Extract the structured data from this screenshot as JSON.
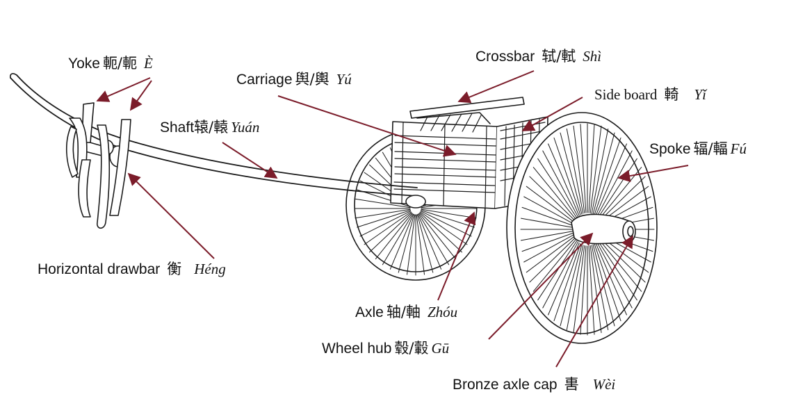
{
  "colors": {
    "arrow": "#7b1c2a",
    "line": "#1a1a1a",
    "text": "#111111"
  },
  "labels": {
    "yoke": {
      "en": "Yoke",
      "zh": "軛/軛",
      "pinyin": "È"
    },
    "crossbar": {
      "en": "Crossbar",
      "zh": "轼/軾",
      "pinyin": "Shì"
    },
    "carriage": {
      "en": "Carriage",
      "zh": "舆/輿",
      "pinyin": "Yú"
    },
    "sideboard": {
      "en": "Side board",
      "zh": "輢",
      "pinyin": "Yǐ"
    },
    "shaft": {
      "en": "Shaft",
      "zh": "辕/轅",
      "pinyin": "Yuán"
    },
    "spoke": {
      "en": "Spoke",
      "zh": "辐/輻",
      "pinyin": "Fú"
    },
    "drawbar": {
      "en": "Horizontal drawbar",
      "zh": "衡",
      "pinyin": "Héng"
    },
    "axle": {
      "en": "Axle",
      "zh": "轴/軸",
      "pinyin": "Zhóu"
    },
    "hub": {
      "en": "Wheel hub",
      "zh": "毂/轂",
      "pinyin": "Gū"
    },
    "axlecap": {
      "en": "Bronze axle cap",
      "zh": "軎",
      "pinyin": "Wèi"
    }
  }
}
